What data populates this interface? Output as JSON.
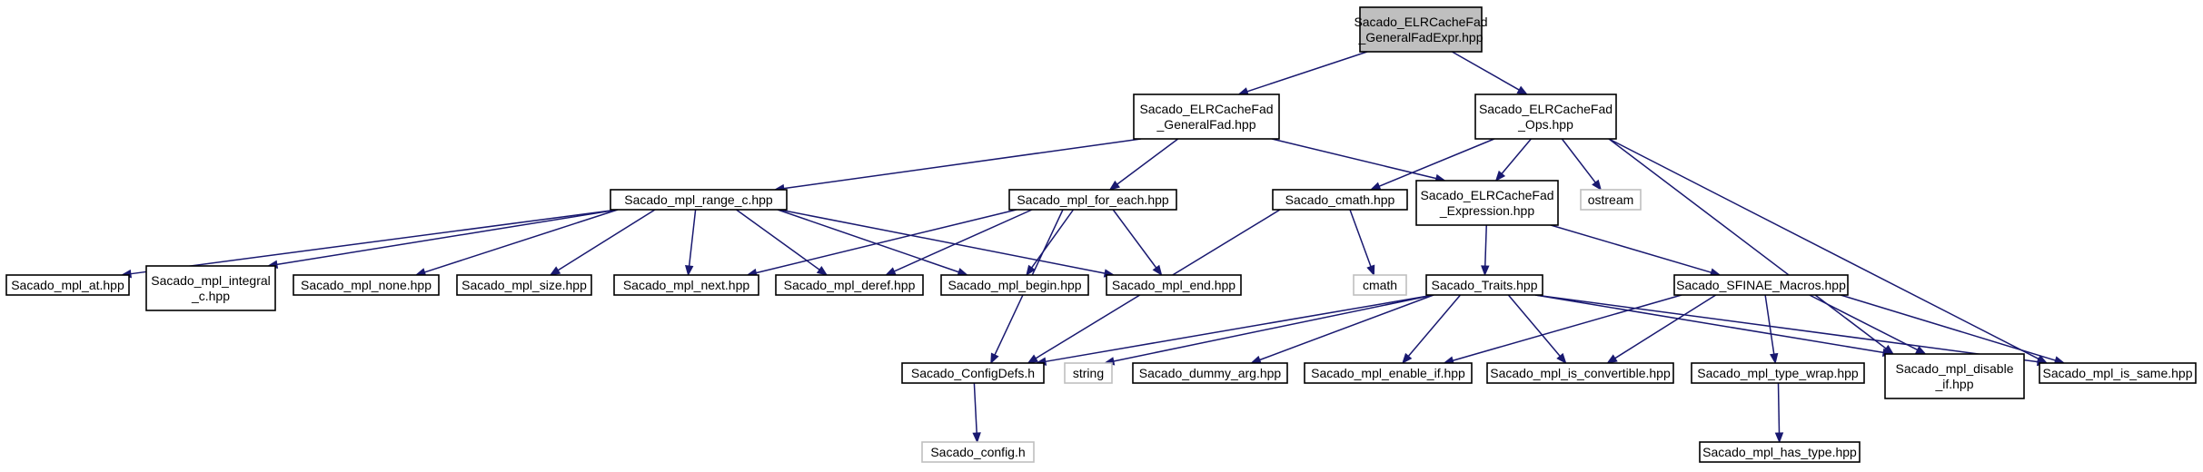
{
  "graph": {
    "arrow_color": "#191970",
    "root_fill": "#bfbfbf",
    "external_stroke": "#bfbfbf",
    "nodes": [
      {
        "id": "root",
        "lines": [
          "Sacado_ELRCacheFad",
          "_GeneralFadExpr.hpp"
        ],
        "kind": "root"
      },
      {
        "id": "generalfad",
        "lines": [
          "Sacado_ELRCacheFad",
          "_GeneralFad.hpp"
        ],
        "kind": "file"
      },
      {
        "id": "ops",
        "lines": [
          "Sacado_ELRCacheFad",
          "_Ops.hpp"
        ],
        "kind": "file"
      },
      {
        "id": "range_c",
        "lines": [
          "Sacado_mpl_range_c.hpp"
        ],
        "kind": "file"
      },
      {
        "id": "for_each",
        "lines": [
          "Sacado_mpl_for_each.hpp"
        ],
        "kind": "file"
      },
      {
        "id": "cmath_hpp",
        "lines": [
          "Sacado_cmath.hpp"
        ],
        "kind": "file"
      },
      {
        "id": "expression",
        "lines": [
          "Sacado_ELRCacheFad",
          "_Expression.hpp"
        ],
        "kind": "file"
      },
      {
        "id": "ostream",
        "lines": [
          "ostream"
        ],
        "kind": "external"
      },
      {
        "id": "mpl_at",
        "lines": [
          "Sacado_mpl_at.hpp"
        ],
        "kind": "file"
      },
      {
        "id": "integral_c",
        "lines": [
          "Sacado_mpl_integral",
          "_c.hpp"
        ],
        "kind": "file"
      },
      {
        "id": "mpl_none",
        "lines": [
          "Sacado_mpl_none.hpp"
        ],
        "kind": "file"
      },
      {
        "id": "mpl_size",
        "lines": [
          "Sacado_mpl_size.hpp"
        ],
        "kind": "file"
      },
      {
        "id": "mpl_next",
        "lines": [
          "Sacado_mpl_next.hpp"
        ],
        "kind": "file"
      },
      {
        "id": "mpl_deref",
        "lines": [
          "Sacado_mpl_deref.hpp"
        ],
        "kind": "file"
      },
      {
        "id": "mpl_begin",
        "lines": [
          "Sacado_mpl_begin.hpp"
        ],
        "kind": "file"
      },
      {
        "id": "mpl_end",
        "lines": [
          "Sacado_mpl_end.hpp"
        ],
        "kind": "file"
      },
      {
        "id": "cmath",
        "lines": [
          "cmath"
        ],
        "kind": "external"
      },
      {
        "id": "traits",
        "lines": [
          "Sacado_Traits.hpp"
        ],
        "kind": "file"
      },
      {
        "id": "sfinae",
        "lines": [
          "Sacado_SFINAE_Macros.hpp"
        ],
        "kind": "file"
      },
      {
        "id": "configdefs",
        "lines": [
          "Sacado_ConfigDefs.h"
        ],
        "kind": "file"
      },
      {
        "id": "string",
        "lines": [
          "string"
        ],
        "kind": "external"
      },
      {
        "id": "dummy_arg",
        "lines": [
          "Sacado_dummy_arg.hpp"
        ],
        "kind": "file"
      },
      {
        "id": "enable_if",
        "lines": [
          "Sacado_mpl_enable_if.hpp"
        ],
        "kind": "file"
      },
      {
        "id": "is_convertible",
        "lines": [
          "Sacado_mpl_is_convertible.hpp"
        ],
        "kind": "file"
      },
      {
        "id": "type_wrap",
        "lines": [
          "Sacado_mpl_type_wrap.hpp"
        ],
        "kind": "file"
      },
      {
        "id": "disable_if",
        "lines": [
          "Sacado_mpl_disable",
          "_if.hpp"
        ],
        "kind": "file"
      },
      {
        "id": "is_same",
        "lines": [
          "Sacado_mpl_is_same.hpp"
        ],
        "kind": "file"
      },
      {
        "id": "config_h",
        "lines": [
          "Sacado_config.h"
        ],
        "kind": "external"
      },
      {
        "id": "has_type",
        "lines": [
          "Sacado_mpl_has_type.hpp"
        ],
        "kind": "file"
      }
    ],
    "edges": [
      [
        "root",
        "generalfad"
      ],
      [
        "root",
        "ops"
      ],
      [
        "generalfad",
        "range_c"
      ],
      [
        "generalfad",
        "for_each"
      ],
      [
        "generalfad",
        "expression"
      ],
      [
        "ops",
        "cmath_hpp"
      ],
      [
        "ops",
        "expression"
      ],
      [
        "ops",
        "ostream"
      ],
      [
        "ops",
        "disable_if"
      ],
      [
        "ops",
        "is_same"
      ],
      [
        "range_c",
        "mpl_at"
      ],
      [
        "range_c",
        "integral_c"
      ],
      [
        "range_c",
        "mpl_none"
      ],
      [
        "range_c",
        "mpl_size"
      ],
      [
        "range_c",
        "mpl_next"
      ],
      [
        "range_c",
        "mpl_deref"
      ],
      [
        "range_c",
        "mpl_begin"
      ],
      [
        "range_c",
        "mpl_end"
      ],
      [
        "for_each",
        "mpl_next"
      ],
      [
        "for_each",
        "mpl_deref"
      ],
      [
        "for_each",
        "mpl_begin"
      ],
      [
        "for_each",
        "mpl_end"
      ],
      [
        "for_each",
        "configdefs"
      ],
      [
        "cmath_hpp",
        "cmath"
      ],
      [
        "cmath_hpp",
        "configdefs"
      ],
      [
        "expression",
        "traits"
      ],
      [
        "expression",
        "sfinae"
      ],
      [
        "traits",
        "configdefs"
      ],
      [
        "traits",
        "string"
      ],
      [
        "traits",
        "dummy_arg"
      ],
      [
        "traits",
        "enable_if"
      ],
      [
        "traits",
        "is_convertible"
      ],
      [
        "traits",
        "disable_if"
      ],
      [
        "traits",
        "is_same"
      ],
      [
        "sfinae",
        "enable_if"
      ],
      [
        "sfinae",
        "is_convertible"
      ],
      [
        "sfinae",
        "type_wrap"
      ],
      [
        "sfinae",
        "disable_if"
      ],
      [
        "sfinae",
        "is_same"
      ],
      [
        "configdefs",
        "config_h"
      ],
      [
        "type_wrap",
        "has_type"
      ]
    ]
  }
}
